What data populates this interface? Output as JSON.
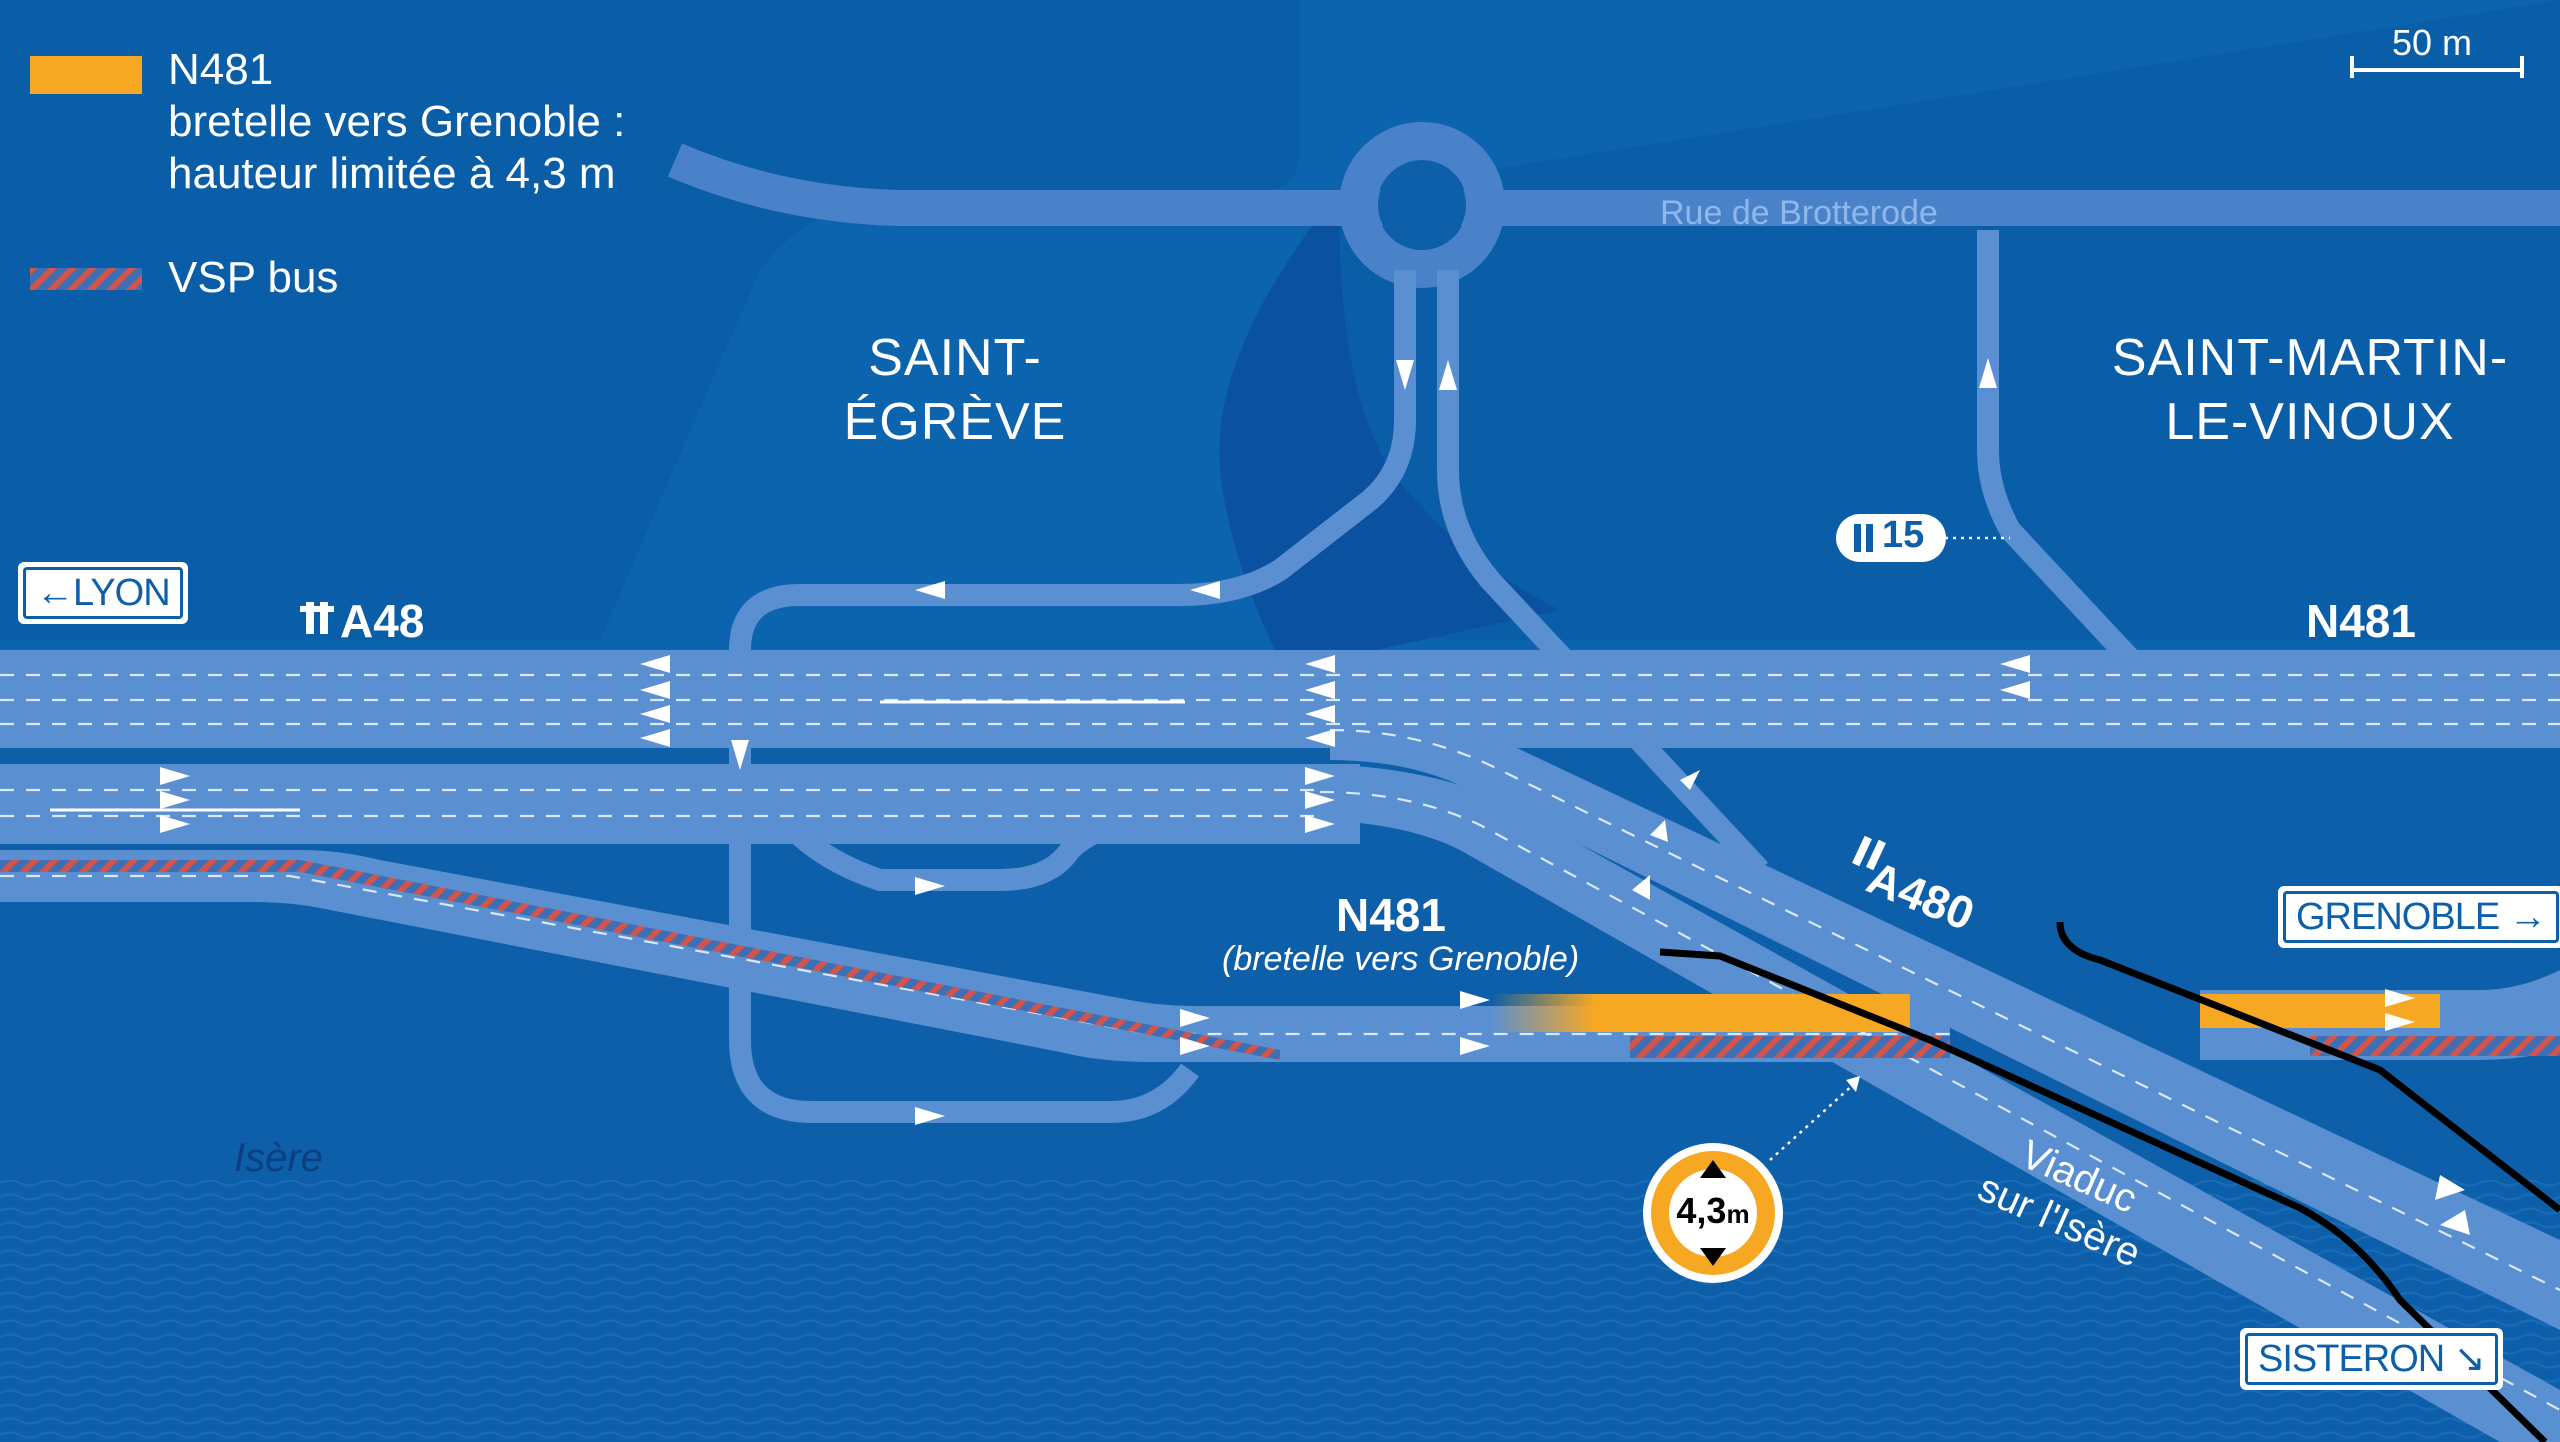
{
  "legend": {
    "items": [
      {
        "color": "#f7a823",
        "lines": [
          "N481",
          "bretelle vers Grenoble :",
          "hauteur limitée à 4,3 m"
        ]
      },
      {
        "pattern": "hatched",
        "color": "#d2544a",
        "label": "VSP bus"
      }
    ]
  },
  "scale": {
    "label": "50 m"
  },
  "places": {
    "saint_egreve": [
      "SAINT-",
      "ÉGRÈVE"
    ],
    "saint_martin": [
      "SAINT-MARTIN-",
      "LE-VINOUX"
    ]
  },
  "streets": {
    "rue": "Rue de Brotterode"
  },
  "roads": {
    "a48": "A48",
    "n481_top": "N481",
    "a480": "A480",
    "n481_bretelle": "N481",
    "bretelle_note": "(bretelle vers Grenoble)",
    "a15": "15"
  },
  "water": {
    "river": "Isère",
    "viaduct": [
      "Viaduc",
      "sur l'Isère"
    ]
  },
  "signs": {
    "lyon": "LYON",
    "grenoble": "GRENOBLE",
    "sisteron": "SISTERON"
  },
  "height_limit": {
    "value": "4,3",
    "unit": "m"
  },
  "colors": {
    "background": "#0c5fa8",
    "land": "#0a56a0",
    "road": "#5a8fd1",
    "road_edge": "#3e77c0",
    "restriction": "#f7a823",
    "vsp": "#d2544a",
    "viaduct": "#000000"
  }
}
